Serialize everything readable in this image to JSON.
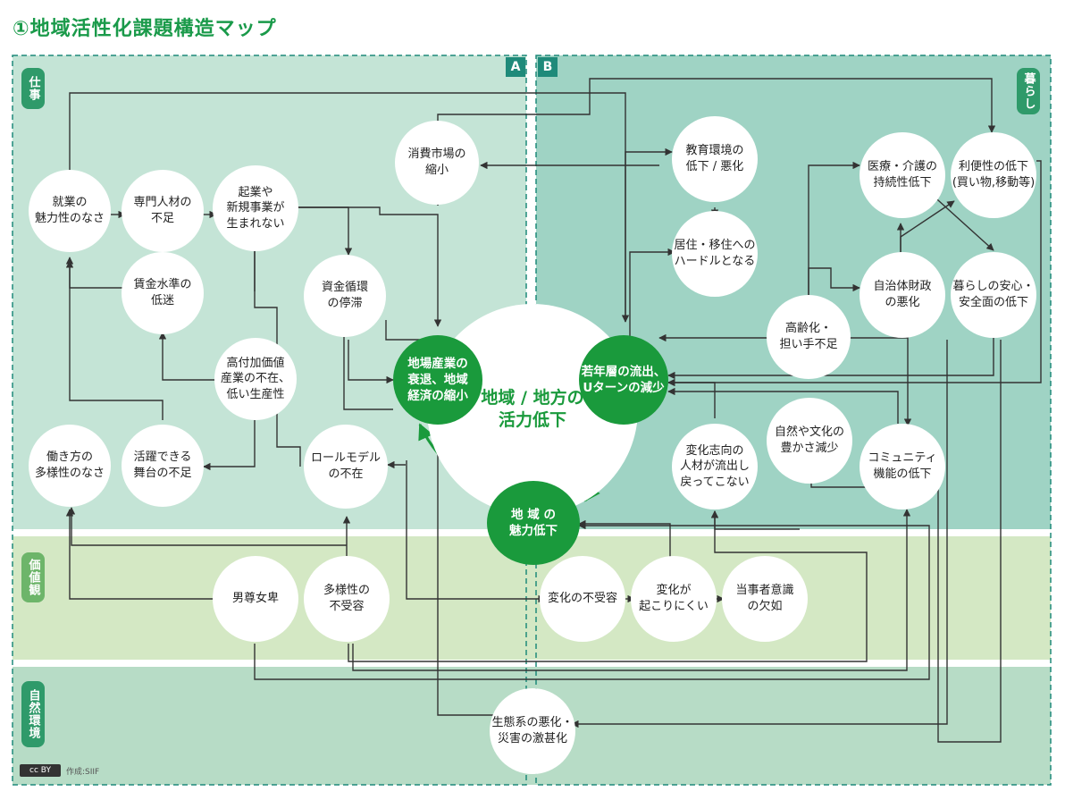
{
  "title": "①地域活性化課題構造マップ",
  "zones": {
    "a": "A",
    "b": "B"
  },
  "bands": {
    "work": "仕事",
    "life": "暮らし",
    "values": "価値観",
    "nature": "自然環境"
  },
  "center": "地域 / 地方の\n活力低下",
  "core": {
    "industry": "地場産業の\n衰退、地域\n経済の縮小",
    "youth": "若年層の流出、\nUターンの減少",
    "appeal": "地 域 の\n魅力低下"
  },
  "nodes": {
    "job_appeal": "就業の\n魅力性のなさ",
    "specialists": "専門人材の\n不足",
    "startups": "起業や\n新規事業が\n生まれない",
    "consumer": "消費市場の\n縮小",
    "education": "教育環境の\n低下 / 悪化",
    "medical": "医療・介護の\n持続性低下",
    "convenience": "利便性の低下\n(買い物,移動等)",
    "wage": "賃金水準の\n低迷",
    "capital": "資金循環\nの停滞",
    "relocation": "居住・移住への\nハードルとなる",
    "finance": "自治体財政\nの悪化",
    "safety": "暮らしの安心・\n安全面の低下",
    "value_added": "高付加価値\n産業の不在、\n低い生産性",
    "aging": "高齢化・\n担い手不足",
    "workstyle": "働き方の\n多様性のなさ",
    "stage": "活躍できる\n舞台の不足",
    "rolemodel": "ロールモデル\nの不在",
    "change_people": "変化志向の\n人材が流出し\n戻ってこない",
    "culture": "自然や文化の\n豊かさ減少",
    "community": "コミュニティ\n機能の低下",
    "patriarchy": "男尊女卑",
    "diversity": "多様性の\n不受容",
    "no_change_accept": "変化の不受容",
    "hard_change": "変化が\n起こりにくい",
    "ownership": "当事者意識\nの欠如",
    "ecosystem": "生態系の悪化・\n災害の激甚化"
  },
  "footer": {
    "license": "cc BY",
    "credit": "作成:SIIF"
  },
  "colors": {
    "work_bg": "#c4e4d6",
    "life_bg": "#9fd3c4",
    "values_bg": "#d4e8c4",
    "nature_bg": "#b7dcc6",
    "core": "#1a9a3c",
    "title": "#1a9a4a",
    "arrow": "#333333"
  }
}
